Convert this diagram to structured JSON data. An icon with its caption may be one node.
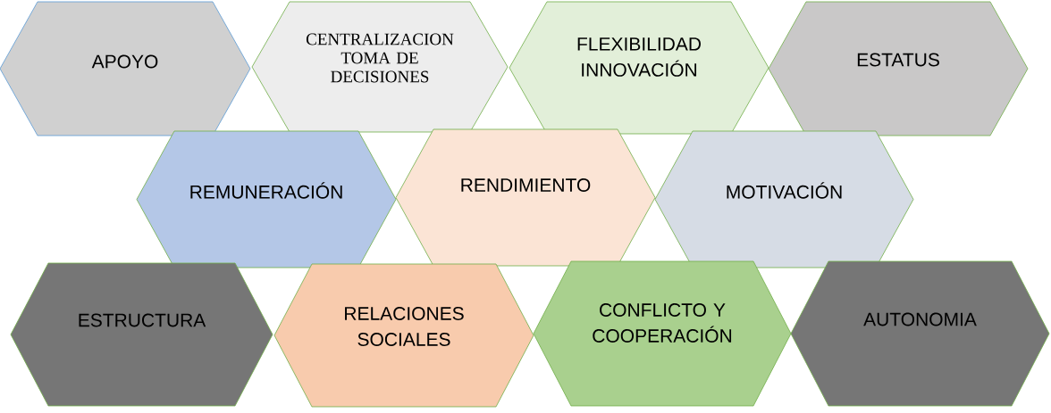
{
  "diagram": {
    "nodes": [
      {
        "text": [
          "APOYO"
        ]
      },
      {
        "text": [
          "CENTRALIZACION TOMA DE DECISIONES"
        ]
      },
      {
        "text": [
          "FLEXIBILIDAD INNOVACIÓN"
        ]
      },
      {
        "text": [
          "ESTATUS"
        ]
      },
      {
        "text": [
          "REMUNERACIÓN"
        ]
      },
      {
        "text": [
          "RENDIMIENTO"
        ]
      },
      {
        "text": [
          "MOTIVACIÓN"
        ]
      },
      {
        "text": [
          "ESTRUCTURA"
        ]
      },
      {
        "text": [
          "RELACIONES SOCIALES"
        ]
      },
      {
        "text": [
          "CONFLICTO Y COOPERACIÓN"
        ]
      },
      {
        "text": [
          "AUTONOMIA"
        ]
      }
    ]
  }
}
